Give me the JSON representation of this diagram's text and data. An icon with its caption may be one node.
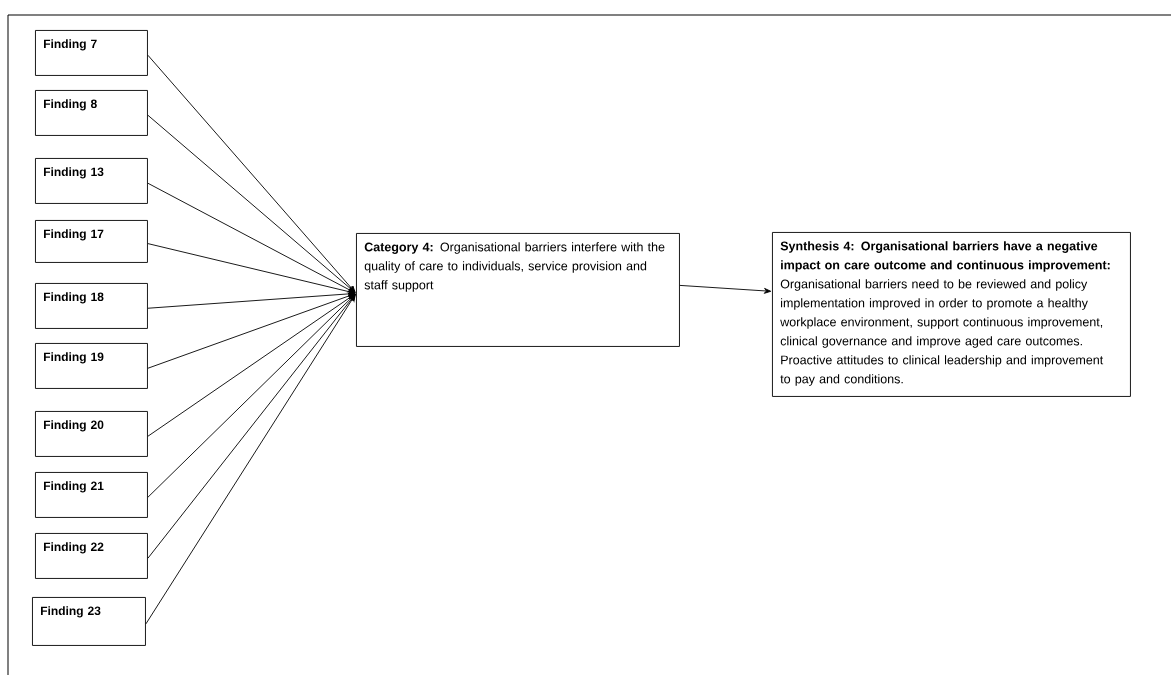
{
  "diagram": {
    "nodes": [
      {
        "text": [
          "Finding 7"
        ]
      },
      {
        "text": [
          "Finding 8"
        ]
      },
      {
        "text": [
          "Finding 13"
        ]
      },
      {
        "text": [
          "Finding 17"
        ]
      },
      {
        "text": [
          "Finding 18"
        ]
      },
      {
        "text": [
          "Finding 19"
        ]
      },
      {
        "text": [
          "Finding 20"
        ]
      },
      {
        "text": [
          "Finding 21"
        ]
      },
      {
        "text": [
          "Finding 22"
        ]
      },
      {
        "text": [
          "Finding 23"
        ]
      },
      {
        "text": [
          "Category 4:",
          "Organisational barriers interfere with the quality of care to individuals, service provision and staff support"
        ]
      },
      {
        "text": [
          "Synthesis 4: Organisational barriers have a negative impact on care outcome and continuous improvement:",
          "Organisational barriers need to be reviewed and policy implementation improved in order to promote a healthy workplace environment, support continuous improvement, clinical governance and improve aged care outcomes. Proactive attitudes to clinical leadership and improvement to pay and conditions."
        ]
      }
    ],
    "edges": [
      {
        "from": 0,
        "to": 10,
        "arrow": "to"
      },
      {
        "from": 1,
        "to": 10,
        "arrow": "to"
      },
      {
        "from": 2,
        "to": 10,
        "arrow": "to"
      },
      {
        "from": 3,
        "to": 10,
        "arrow": "to"
      },
      {
        "from": 4,
        "to": 10,
        "arrow": "to"
      },
      {
        "from": 5,
        "to": 10,
        "arrow": "to"
      },
      {
        "from": 6,
        "to": 10,
        "arrow": "to"
      },
      {
        "from": 7,
        "to": 10,
        "arrow": "to"
      },
      {
        "from": 8,
        "to": 10,
        "arrow": "to"
      },
      {
        "from": 9,
        "to": 10,
        "arrow": "to"
      },
      {
        "from": 10,
        "to": 11,
        "arrow": "to"
      }
    ]
  }
}
